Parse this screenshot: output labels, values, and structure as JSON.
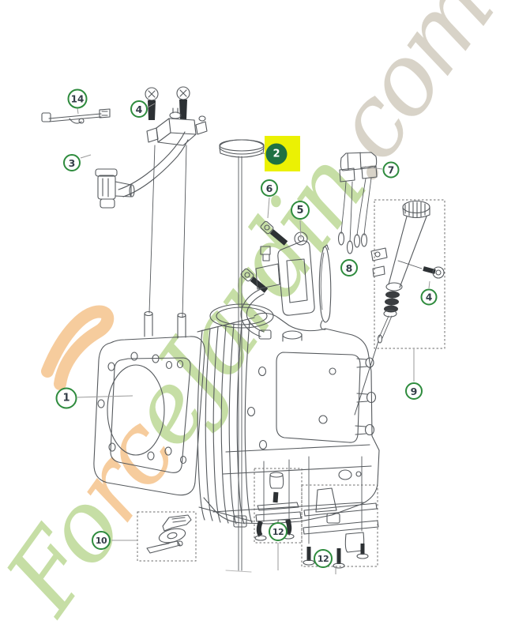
{
  "watermark": {
    "full_text": "ForceJardin.com",
    "seg1": "Fo",
    "seg2": "rc",
    "seg3": "eJardin",
    "suffix": ".com",
    "color_green": "#8ebf4e",
    "color_orange": "#ef9a3e",
    "color_tan": "#b3a992"
  },
  "diagram": {
    "background": "#ffffff",
    "line_color": "#55595d",
    "dark_fill": "#2d3134",
    "dashed_box_color": "#6b6b6b",
    "badge_ring_color": "#2e8b3d",
    "badge_text_color": "#333d47",
    "highlight_color": "#ebf103",
    "selected_badge_fill": "#1e7142",
    "selected_badge_text_color": "#ffffff",
    "badges": [
      {
        "label": "14",
        "selected": false
      },
      {
        "label": "4",
        "selected": false
      },
      {
        "label": "3",
        "selected": false
      },
      {
        "label": "2",
        "selected": true
      },
      {
        "label": "6",
        "selected": false
      },
      {
        "label": "5",
        "selected": false
      },
      {
        "label": "7",
        "selected": false
      },
      {
        "label": "8",
        "selected": false
      },
      {
        "label": "4",
        "selected": false
      },
      {
        "label": "9",
        "selected": false
      },
      {
        "label": "1",
        "selected": false
      },
      {
        "label": "10",
        "selected": false
      },
      {
        "label": "12",
        "selected": false
      },
      {
        "label": "12",
        "selected": false
      }
    ]
  }
}
